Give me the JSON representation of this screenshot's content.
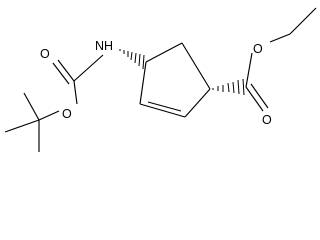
{
  "figure": {
    "type": "chemical-structure",
    "atom_labels": {
      "nh": "NH",
      "ester_oxygen": "O",
      "carbonyl_oxygen": "O",
      "boc_carbonyl_oxygen": "O",
      "boc_ether_oxygen": "O"
    },
    "colors": {
      "bond": "#000000",
      "text": "#000000",
      "background": "#ffffff"
    }
  }
}
